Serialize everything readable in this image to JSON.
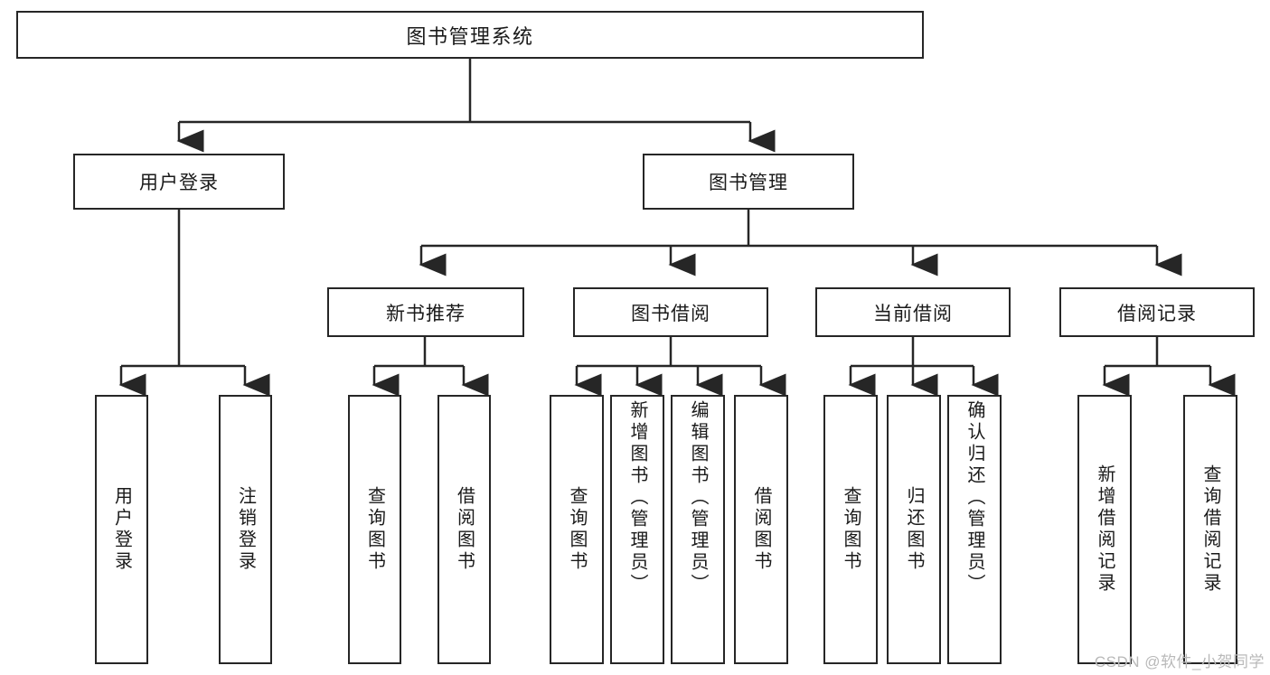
{
  "diagram": {
    "type": "tree",
    "title": "图书管理系统",
    "root": {
      "label": "图书管理系统"
    },
    "level2": [
      {
        "label": "用户登录"
      },
      {
        "label": "图书管理"
      }
    ],
    "level3": [
      {
        "label": "新书推荐"
      },
      {
        "label": "图书借阅"
      },
      {
        "label": "当前借阅"
      },
      {
        "label": "借阅记录"
      }
    ],
    "leaves": {
      "user_login": [
        {
          "label": "用户登录"
        },
        {
          "label": "注销登录"
        }
      ],
      "new_book_recommend": [
        {
          "label": "查询图书"
        },
        {
          "label": "借阅图书"
        }
      ],
      "book_borrow": [
        {
          "label": "查询图书"
        },
        {
          "label": "新增图书（管理员）"
        },
        {
          "label": "编辑图书（管理员）"
        },
        {
          "label": "借阅图书"
        }
      ],
      "current_borrow": [
        {
          "label": "查询图书"
        },
        {
          "label": "归还图书"
        },
        {
          "label": "确认归还（管理员）"
        }
      ],
      "borrow_record": [
        {
          "label": "新增借阅记录"
        },
        {
          "label": "查询借阅记录"
        }
      ]
    }
  },
  "watermark": {
    "text": "CSDN @软件_小贺同学"
  },
  "colors": {
    "stroke": "#262626",
    "text": "#1a1a1a",
    "background": "#ffffff",
    "watermark": "#b9b9b9"
  }
}
